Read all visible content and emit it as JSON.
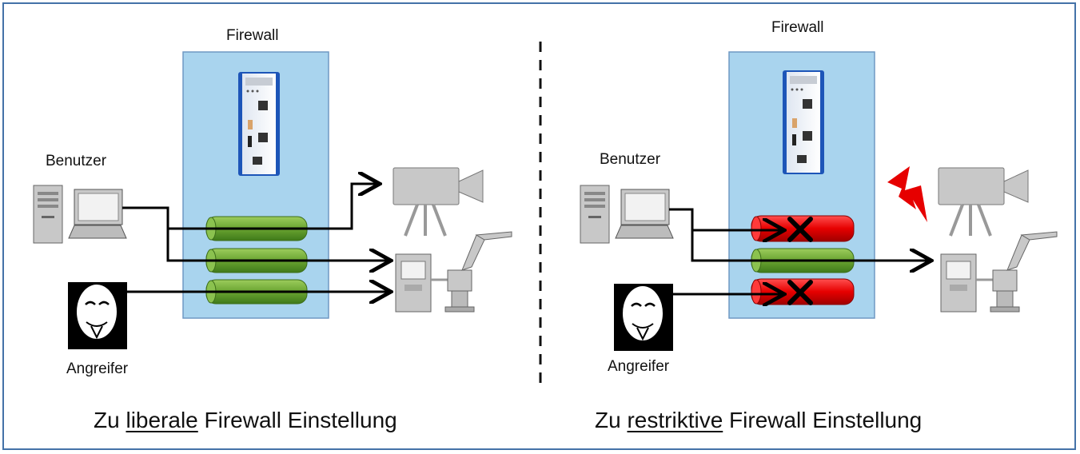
{
  "left": {
    "firewall_label": "Firewall",
    "user_label": "Benutzer",
    "attacker_label": "Angreifer",
    "caption": {
      "prefix": "Zu ",
      "emphasis": "liberale",
      "suffix": " Firewall Einstellung"
    },
    "tunnels": [
      {
        "name": "tunnel-1",
        "state": "allowed",
        "color": "#6aa431"
      },
      {
        "name": "tunnel-2",
        "state": "allowed",
        "color": "#6aa431"
      },
      {
        "name": "tunnel-3",
        "state": "allowed",
        "color": "#6aa431"
      }
    ]
  },
  "right": {
    "firewall_label": "Firewall",
    "user_label": "Benutzer",
    "attacker_label": "Angreifer",
    "caption": {
      "prefix": "Zu ",
      "emphasis": "restriktive",
      "suffix": " Firewall Einstellung"
    },
    "tunnels": [
      {
        "name": "tunnel-1",
        "state": "blocked",
        "color": "#e60000"
      },
      {
        "name": "tunnel-2",
        "state": "allowed",
        "color": "#6aa431"
      },
      {
        "name": "tunnel-3",
        "state": "blocked",
        "color": "#e60000"
      }
    ]
  },
  "colors": {
    "firewall_zone": "#a9d4ee",
    "border": "#4472a8",
    "allowed": "#6aa431",
    "blocked": "#e60000",
    "lightning": "#e60000"
  }
}
